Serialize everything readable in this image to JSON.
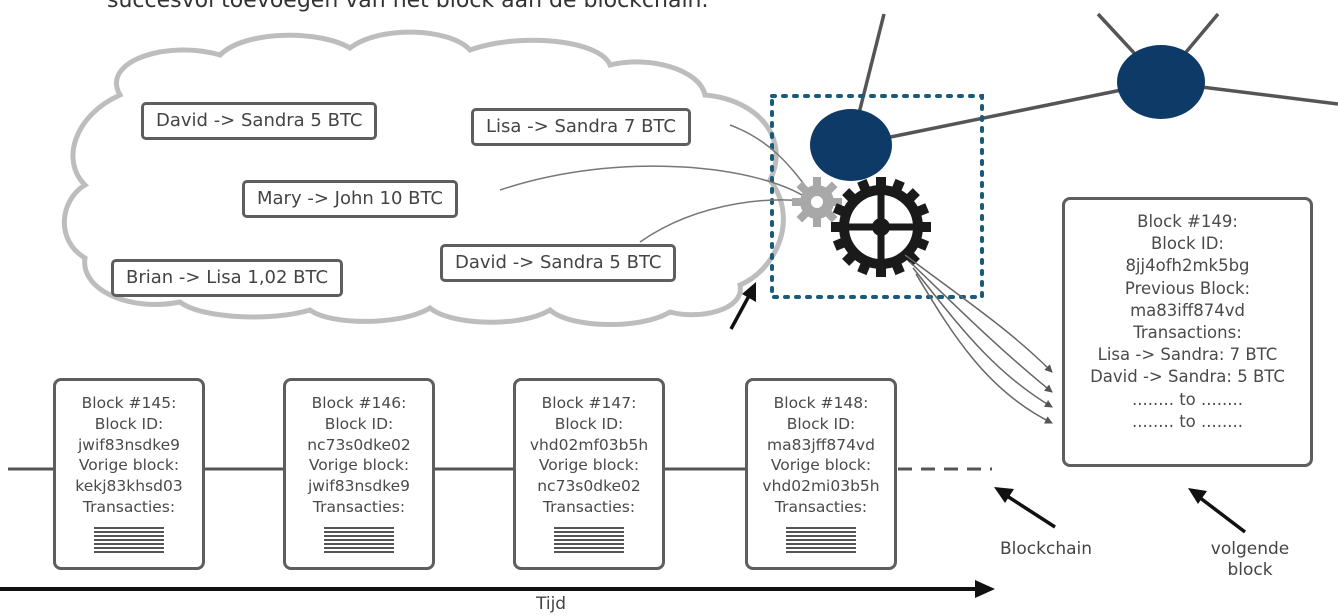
{
  "top_text": "succesvol toevoegen van het block aan de blockchain.",
  "transactions": [
    "David -> Sandra 5 BTC",
    "Lisa -> Sandra 7 BTC",
    "Mary -> John 10 BTC",
    "Brian -> Lisa 1,02 BTC",
    "David -> Sandra 5 BTC"
  ],
  "blocks": [
    {
      "lines": [
        "Block #145:",
        "Block ID:",
        "jwif83nsdke9",
        "Vorige block:",
        "kekj83khsd03",
        "Transacties:"
      ]
    },
    {
      "lines": [
        "Block #146:",
        "Block ID:",
        "nc73s0dke02",
        "Vorige block:",
        "jwif83nsdke9",
        "Transacties:"
      ]
    },
    {
      "lines": [
        "Block #147:",
        "Block ID:",
        "vhd02mf03b5h",
        "Vorige block:",
        "nc73s0dke02",
        "Transacties:"
      ]
    },
    {
      "lines": [
        "Block #148:",
        "Block ID:",
        "ma83jff874vd",
        "Vorige block:",
        "vhd02mi03b5h",
        "Transacties:"
      ]
    }
  ],
  "next_block": {
    "lines": [
      "Block #149:",
      "Block ID:",
      "8jj4ofh2mk5bg",
      "Previous Block:",
      "ma83iff874vd",
      "Transactions:",
      "Lisa -> Sandra: 7 BTC",
      "David -> Sandra: 5 BTC",
      "........ to ........",
      "........ to ........"
    ]
  },
  "labels": {
    "blockchain": "Blockchain",
    "next_block_line1": "volgende",
    "next_block_line2": "block",
    "time": "Tijd"
  },
  "colors": {
    "node": "#0d3a66",
    "box_border": "#5e5e5e",
    "dotted_frame": "#1a5a7a",
    "cloud_stroke": "#bdbdbd",
    "gear_dark": "#1a1a1a",
    "gear_light": "#a8a8a8"
  }
}
